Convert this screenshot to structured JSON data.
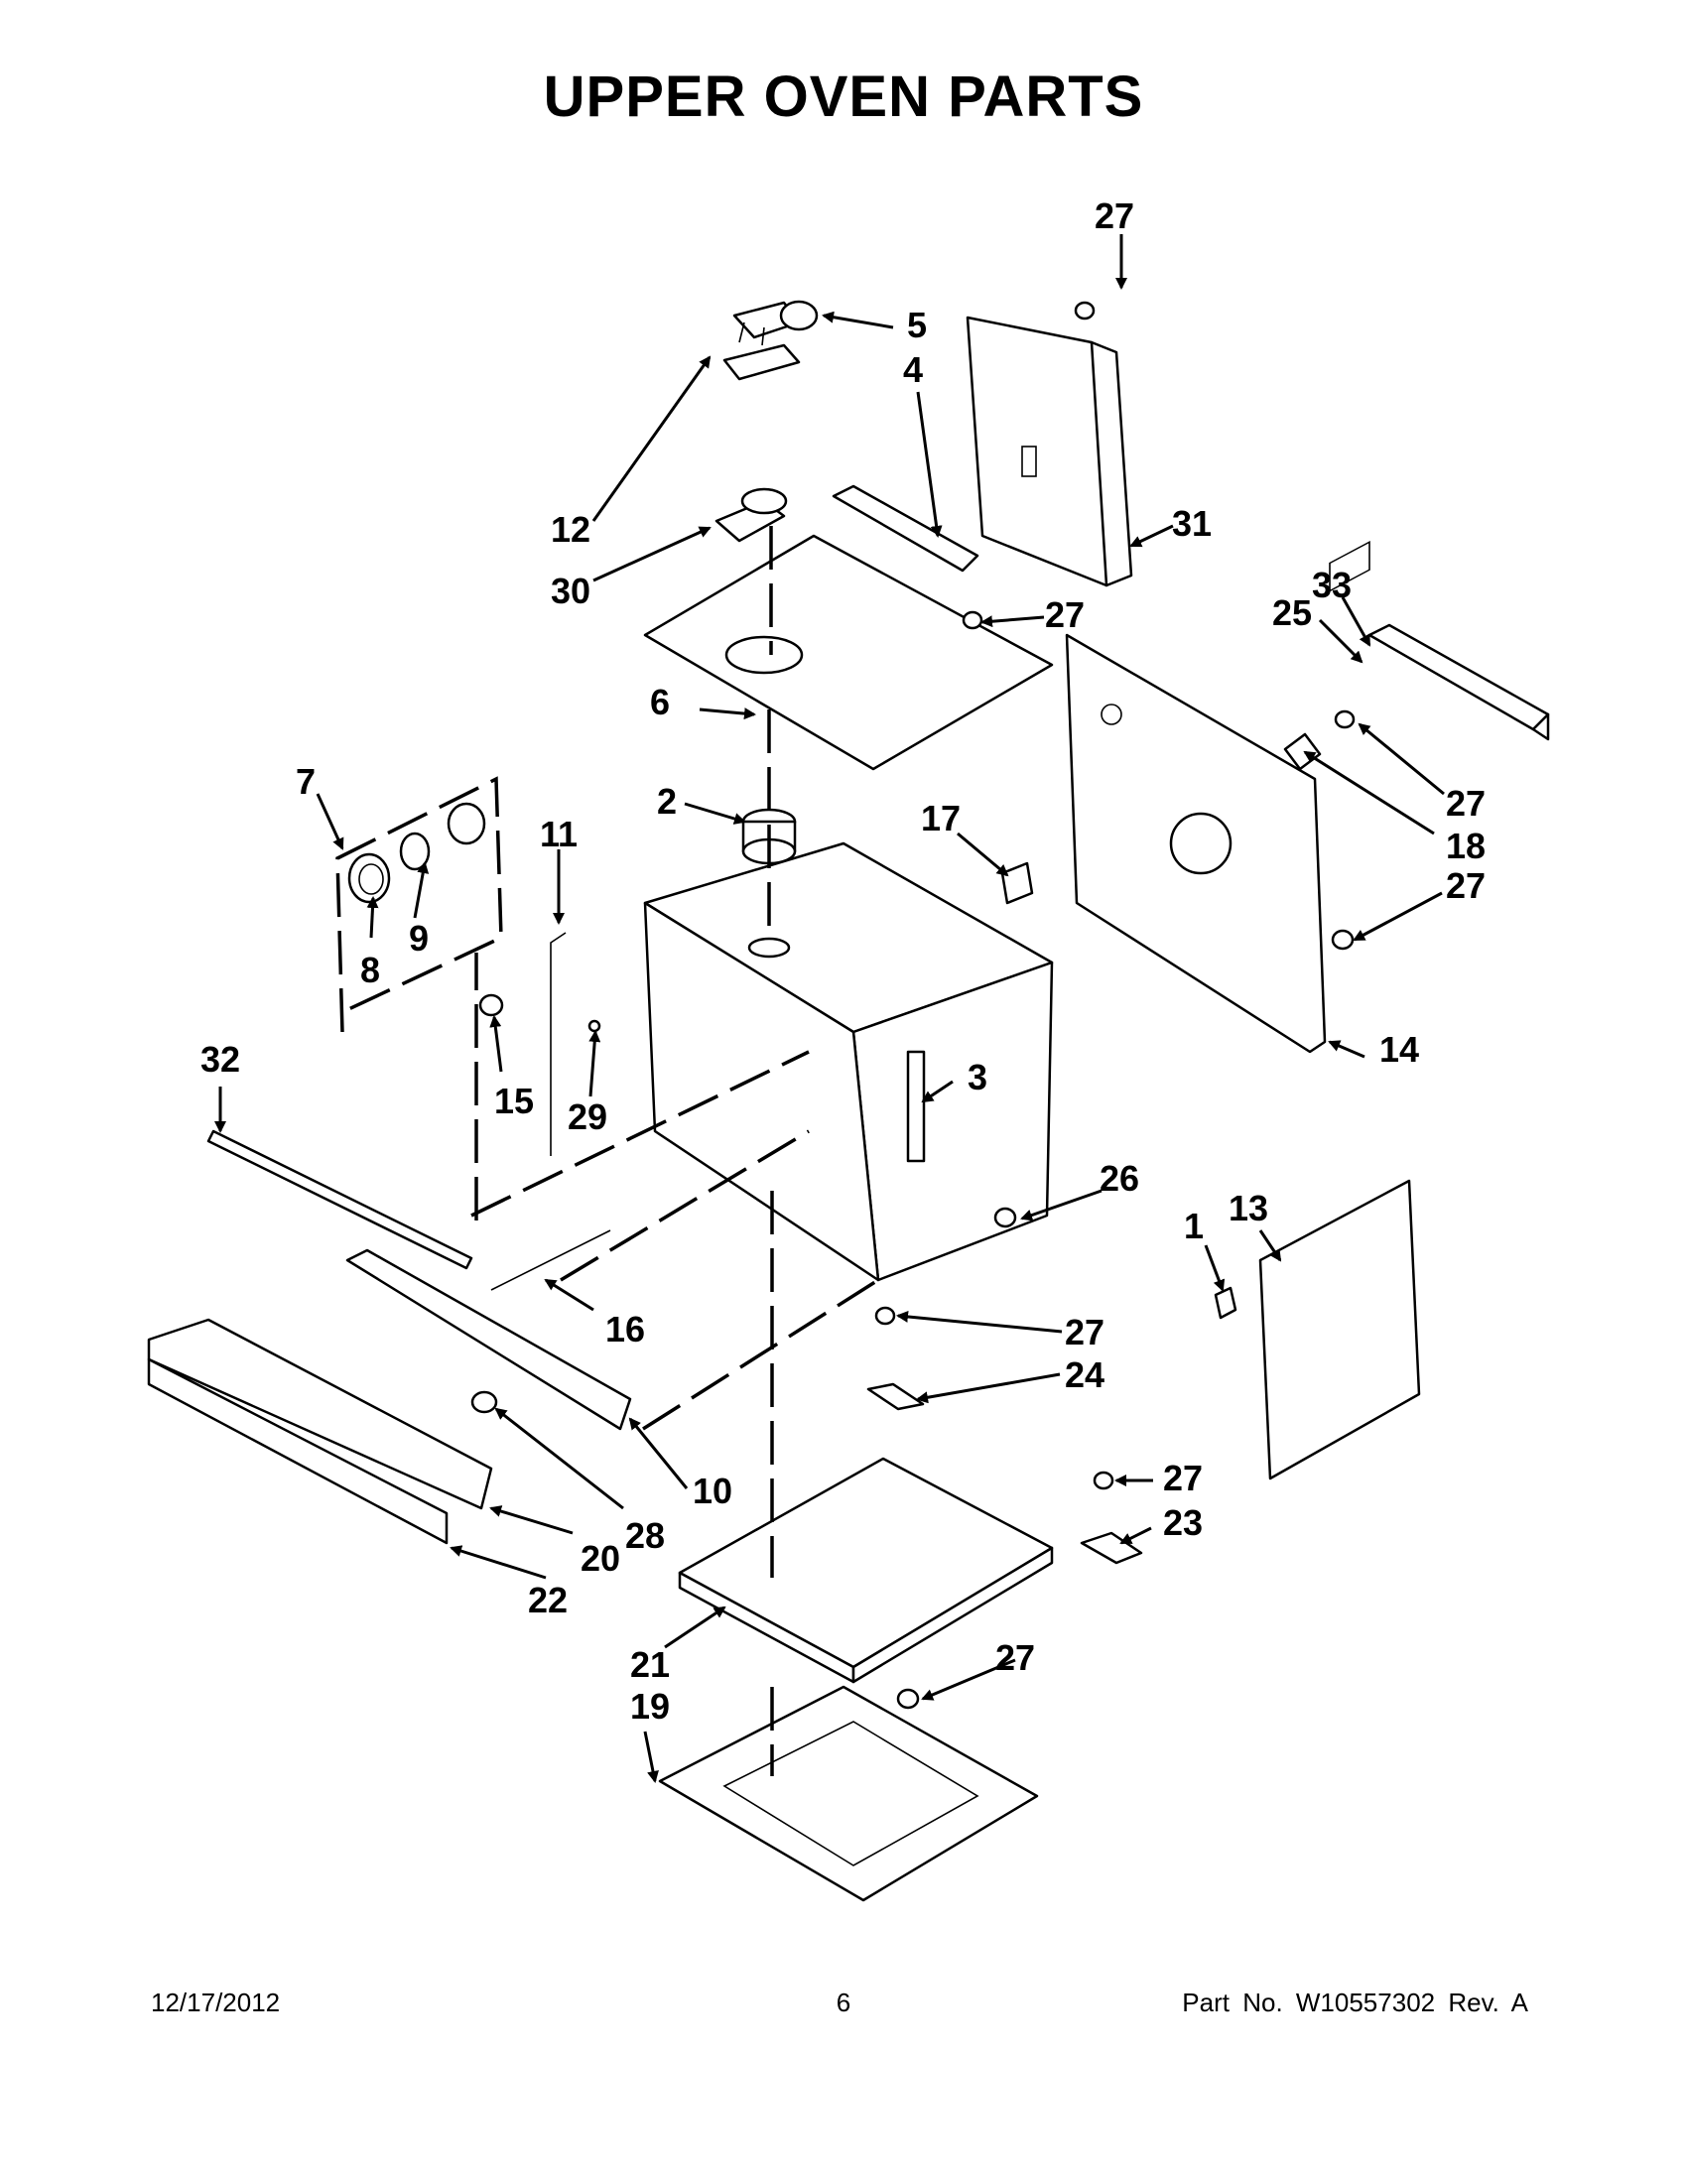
{
  "title": "UPPER OVEN PARTS",
  "callouts": [
    "27",
    "5",
    "4",
    "31",
    "12",
    "30",
    "27",
    "6",
    "33",
    "25",
    "27",
    "18",
    "2",
    "17",
    "27",
    "7",
    "11",
    "9",
    "8",
    "15",
    "29",
    "3",
    "14",
    "32",
    "26",
    "16",
    "27",
    "24",
    "1",
    "13",
    "10",
    "27",
    "23",
    "28",
    "20",
    "22",
    "27",
    "21",
    "19"
  ],
  "footer": {
    "date": "12/17/2012",
    "page": "6",
    "part_number": "Part No.  W10557302  Rev.  A"
  }
}
